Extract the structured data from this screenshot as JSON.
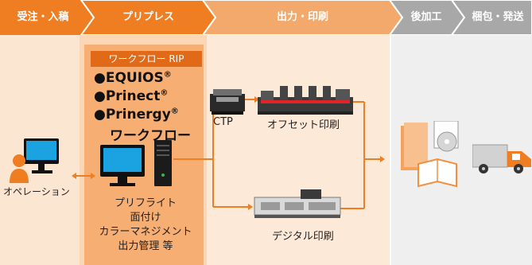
{
  "stages": [
    {
      "label": "受注・入稿"
    },
    {
      "label": "プリプレス"
    },
    {
      "label": "出力・印刷"
    },
    {
      "label": "後加工"
    },
    {
      "label": "梱包・発送"
    }
  ],
  "prepress": {
    "rip_label": "ワークフロー RIP",
    "products": [
      {
        "name": "●EQUIOS",
        "mark": "®"
      },
      {
        "name": "●Prinect",
        "mark": "®"
      },
      {
        "name": "●Prinergy",
        "mark": "®"
      }
    ],
    "workflow_label": "ワークフロー",
    "functions": [
      "プリフライト",
      "面付け",
      "カラーマネジメント",
      "出力管理 等"
    ]
  },
  "operator_label": "オペレーション",
  "devices": {
    "ctp": "CTP",
    "offset": "オフセット印刷",
    "digital": "デジタル印刷"
  },
  "colors": {
    "orange": "#ef7d22",
    "dark_orange": "#e06a18",
    "light_peach": "#fcdcc0",
    "pale_peach": "#fdeadb",
    "grey": "#f0f0f0"
  }
}
